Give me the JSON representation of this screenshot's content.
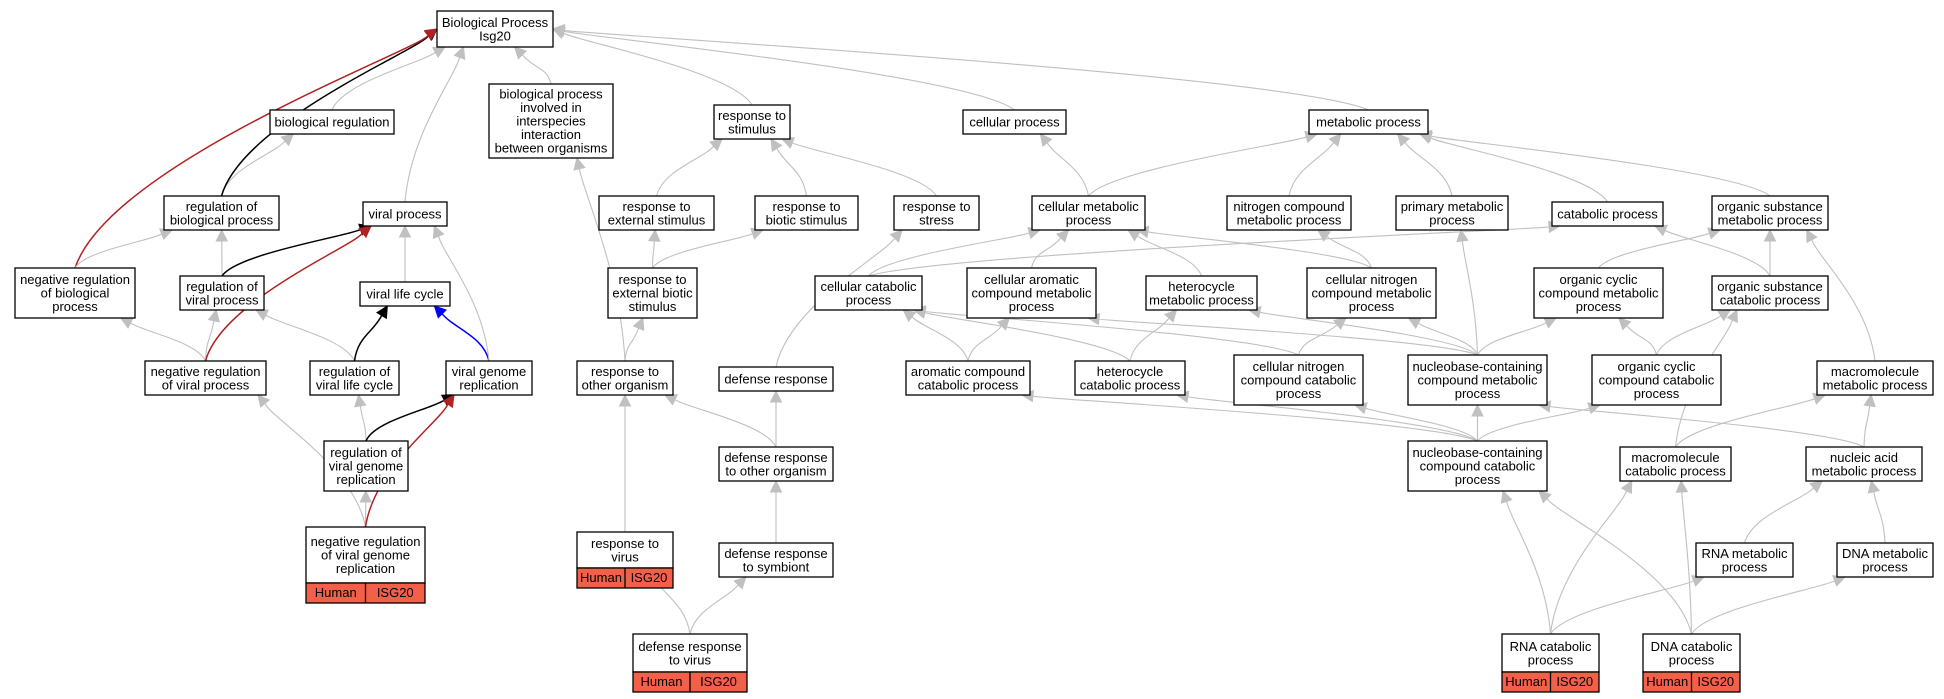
{
  "colors": {
    "edge_default": "#c0c0c0",
    "edge_black": "#000000",
    "edge_red": "#b22222",
    "edge_blue": "#0000ff",
    "annotation_fill": "#f26049",
    "node_border": "#000000",
    "node_fill": "#ffffff"
  },
  "nodes": [
    {
      "id": "bp",
      "lines": [
        "Biological Process",
        "Isg20"
      ]
    },
    {
      "id": "bio_reg",
      "lines": [
        "biological regulation"
      ]
    },
    {
      "id": "bp_interspecies",
      "lines": [
        "biological process",
        "involved in",
        "interspecies",
        "interaction",
        "between organisms"
      ]
    },
    {
      "id": "resp_stim",
      "lines": [
        "response to",
        "stimulus"
      ]
    },
    {
      "id": "cell_proc",
      "lines": [
        "cellular process"
      ]
    },
    {
      "id": "met_proc",
      "lines": [
        "metabolic process"
      ]
    },
    {
      "id": "reg_bio",
      "lines": [
        "regulation of",
        "biological process"
      ]
    },
    {
      "id": "viral_proc",
      "lines": [
        "viral process"
      ]
    },
    {
      "id": "resp_ext",
      "lines": [
        "response to",
        "external stimulus"
      ]
    },
    {
      "id": "resp_biotic",
      "lines": [
        "response to",
        "biotic stimulus"
      ]
    },
    {
      "id": "resp_stress",
      "lines": [
        "response to",
        "stress"
      ]
    },
    {
      "id": "cell_met",
      "lines": [
        "cellular metabolic",
        "process"
      ]
    },
    {
      "id": "nitro_met",
      "lines": [
        "nitrogen compound",
        "metabolic process"
      ]
    },
    {
      "id": "prim_met",
      "lines": [
        "primary metabolic",
        "process"
      ]
    },
    {
      "id": "catab",
      "lines": [
        "catabolic process"
      ]
    },
    {
      "id": "org_sub_met",
      "lines": [
        "organic substance",
        "metabolic process"
      ]
    },
    {
      "id": "neg_reg_bio",
      "lines": [
        "negative regulation",
        "of biological",
        "process"
      ]
    },
    {
      "id": "reg_viral",
      "lines": [
        "regulation of",
        "viral process"
      ]
    },
    {
      "id": "viral_life",
      "lines": [
        "viral life cycle"
      ]
    },
    {
      "id": "resp_ext_biotic",
      "lines": [
        "response to",
        "external biotic",
        "stimulus"
      ]
    },
    {
      "id": "cell_catab",
      "lines": [
        "cellular catabolic",
        "process"
      ]
    },
    {
      "id": "cell_arom",
      "lines": [
        "cellular aromatic",
        "compound metabolic",
        "process"
      ]
    },
    {
      "id": "hetero_met",
      "lines": [
        "heterocycle",
        "metabolic process"
      ]
    },
    {
      "id": "cell_nitro_met",
      "lines": [
        "cellular nitrogen",
        "compound metabolic",
        "process"
      ]
    },
    {
      "id": "org_cyc_met",
      "lines": [
        "organic cyclic",
        "compound metabolic",
        "process"
      ]
    },
    {
      "id": "org_sub_catab",
      "lines": [
        "organic substance",
        "catabolic process"
      ]
    },
    {
      "id": "neg_reg_viral",
      "lines": [
        "negative regulation",
        "of viral process"
      ]
    },
    {
      "id": "reg_viral_life",
      "lines": [
        "regulation of",
        "viral life cycle"
      ]
    },
    {
      "id": "viral_genome_rep",
      "lines": [
        "viral genome",
        "replication"
      ]
    },
    {
      "id": "resp_other",
      "lines": [
        "response to",
        "other organism"
      ]
    },
    {
      "id": "def_resp",
      "lines": [
        "defense response"
      ]
    },
    {
      "id": "arom_catab",
      "lines": [
        "aromatic compound",
        "catabolic process"
      ]
    },
    {
      "id": "hetero_catab",
      "lines": [
        "heterocycle",
        "catabolic process"
      ]
    },
    {
      "id": "cell_nitro_catab",
      "lines": [
        "cellular nitrogen",
        "compound catabolic",
        "process"
      ]
    },
    {
      "id": "nb_met",
      "lines": [
        "nucleobase-containing",
        "compound metabolic",
        "process"
      ]
    },
    {
      "id": "org_cyc_catab",
      "lines": [
        "organic cyclic",
        "compound catabolic",
        "process"
      ]
    },
    {
      "id": "macro_met",
      "lines": [
        "macromolecule",
        "metabolic process"
      ]
    },
    {
      "id": "reg_viral_genome",
      "lines": [
        "regulation of",
        "viral genome",
        "replication"
      ]
    },
    {
      "id": "def_resp_other",
      "lines": [
        "defense response",
        "to other organism"
      ]
    },
    {
      "id": "nb_catab",
      "lines": [
        "nucleobase-containing",
        "compound catabolic",
        "process"
      ]
    },
    {
      "id": "macro_catab",
      "lines": [
        "macromolecule",
        "catabolic process"
      ]
    },
    {
      "id": "na_met",
      "lines": [
        "nucleic acid",
        "metabolic process"
      ]
    },
    {
      "id": "neg_reg_viral_genome",
      "lines": [
        "negative regulation",
        "of viral genome",
        "replication"
      ],
      "annot": [
        "Human",
        "ISG20"
      ]
    },
    {
      "id": "resp_virus",
      "lines": [
        "response to",
        "virus"
      ],
      "annot": [
        "Human",
        "ISG20"
      ]
    },
    {
      "id": "def_resp_symb",
      "lines": [
        "defense response",
        "to symbiont"
      ]
    },
    {
      "id": "rna_met",
      "lines": [
        "RNA metabolic",
        "process"
      ]
    },
    {
      "id": "dna_met",
      "lines": [
        "DNA metabolic",
        "process"
      ]
    },
    {
      "id": "def_resp_virus",
      "lines": [
        "defense response",
        "to virus"
      ],
      "annot": [
        "Human",
        "ISG20"
      ]
    },
    {
      "id": "rna_catab",
      "lines": [
        "RNA catabolic",
        "process"
      ],
      "annot": [
        "Human",
        "ISG20"
      ]
    },
    {
      "id": "dna_catab",
      "lines": [
        "DNA catabolic",
        "process"
      ],
      "annot": [
        "Human",
        "ISG20"
      ]
    }
  ],
  "edges": [
    {
      "from": "bio_reg",
      "to": "bp",
      "color": "default"
    },
    {
      "from": "bp_interspecies",
      "to": "bp",
      "color": "default"
    },
    {
      "from": "resp_stim",
      "to": "bp",
      "color": "default"
    },
    {
      "from": "cell_proc",
      "to": "bp",
      "color": "default"
    },
    {
      "from": "met_proc",
      "to": "bp",
      "color": "default"
    },
    {
      "from": "reg_bio",
      "to": "bio_reg",
      "color": "default"
    },
    {
      "from": "reg_bio",
      "to": "bp",
      "color": "black"
    },
    {
      "from": "neg_reg_bio",
      "to": "bp",
      "color": "red"
    },
    {
      "from": "viral_proc",
      "to": "bp",
      "color": "default"
    },
    {
      "from": "resp_ext",
      "to": "resp_stim",
      "color": "default"
    },
    {
      "from": "resp_biotic",
      "to": "resp_stim",
      "color": "default"
    },
    {
      "from": "resp_stress",
      "to": "resp_stim",
      "color": "default"
    },
    {
      "from": "cell_met",
      "to": "met_proc",
      "color": "default"
    },
    {
      "from": "cell_met",
      "to": "cell_proc",
      "color": "default"
    },
    {
      "from": "nitro_met",
      "to": "met_proc",
      "color": "default"
    },
    {
      "from": "prim_met",
      "to": "met_proc",
      "color": "default"
    },
    {
      "from": "catab",
      "to": "met_proc",
      "color": "default"
    },
    {
      "from": "org_sub_met",
      "to": "met_proc",
      "color": "default"
    },
    {
      "from": "neg_reg_bio",
      "to": "reg_bio",
      "color": "default"
    },
    {
      "from": "reg_viral",
      "to": "reg_bio",
      "color": "default"
    },
    {
      "from": "reg_viral",
      "to": "viral_proc",
      "color": "black"
    },
    {
      "from": "viral_life",
      "to": "viral_proc",
      "color": "default"
    },
    {
      "from": "resp_ext_biotic",
      "to": "resp_ext",
      "color": "default"
    },
    {
      "from": "resp_ext_biotic",
      "to": "resp_biotic",
      "color": "default"
    },
    {
      "from": "cell_catab",
      "to": "cell_met",
      "color": "default"
    },
    {
      "from": "cell_catab",
      "to": "catab",
      "color": "default"
    },
    {
      "from": "cell_arom",
      "to": "cell_met",
      "color": "default"
    },
    {
      "from": "hetero_met",
      "to": "cell_met",
      "color": "default"
    },
    {
      "from": "cell_nitro_met",
      "to": "cell_met",
      "color": "default"
    },
    {
      "from": "cell_nitro_met",
      "to": "nitro_met",
      "color": "default"
    },
    {
      "from": "org_cyc_met",
      "to": "org_sub_met",
      "color": "default"
    },
    {
      "from": "org_sub_catab",
      "to": "org_sub_met",
      "color": "default"
    },
    {
      "from": "org_sub_catab",
      "to": "catab",
      "color": "default"
    },
    {
      "from": "neg_reg_viral",
      "to": "neg_reg_bio",
      "color": "default"
    },
    {
      "from": "neg_reg_viral",
      "to": "reg_viral",
      "color": "default"
    },
    {
      "from": "neg_reg_viral",
      "to": "viral_proc",
      "color": "red"
    },
    {
      "from": "reg_viral_life",
      "to": "reg_viral",
      "color": "default"
    },
    {
      "from": "reg_viral_life",
      "to": "viral_life",
      "color": "black"
    },
    {
      "from": "viral_genome_rep",
      "to": "viral_life",
      "color": "blue"
    },
    {
      "from": "viral_genome_rep",
      "to": "viral_proc",
      "color": "default"
    },
    {
      "from": "resp_other",
      "to": "resp_ext_biotic",
      "color": "default"
    },
    {
      "from": "resp_other",
      "to": "bp_interspecies",
      "color": "default"
    },
    {
      "from": "def_resp",
      "to": "resp_stress",
      "color": "default"
    },
    {
      "from": "arom_catab",
      "to": "cell_catab",
      "color": "default"
    },
    {
      "from": "arom_catab",
      "to": "cell_arom",
      "color": "default"
    },
    {
      "from": "hetero_catab",
      "to": "cell_catab",
      "color": "default"
    },
    {
      "from": "hetero_catab",
      "to": "hetero_met",
      "color": "default"
    },
    {
      "from": "cell_nitro_catab",
      "to": "cell_catab",
      "color": "default"
    },
    {
      "from": "cell_nitro_catab",
      "to": "cell_nitro_met",
      "color": "default"
    },
    {
      "from": "nb_met",
      "to": "cell_nitro_met",
      "color": "default"
    },
    {
      "from": "nb_met",
      "to": "hetero_met",
      "color": "default"
    },
    {
      "from": "nb_met",
      "to": "cell_arom",
      "color": "default"
    },
    {
      "from": "nb_met",
      "to": "org_cyc_met",
      "color": "default"
    },
    {
      "from": "nb_met",
      "to": "prim_met",
      "color": "default"
    },
    {
      "from": "org_cyc_catab",
      "to": "org_cyc_met",
      "color": "default"
    },
    {
      "from": "org_cyc_catab",
      "to": "org_sub_catab",
      "color": "default"
    },
    {
      "from": "macro_met",
      "to": "org_sub_met",
      "color": "default"
    },
    {
      "from": "reg_viral_genome",
      "to": "reg_viral_life",
      "color": "default"
    },
    {
      "from": "reg_viral_genome",
      "to": "viral_genome_rep",
      "color": "black"
    },
    {
      "from": "def_resp_other",
      "to": "resp_other",
      "color": "default"
    },
    {
      "from": "def_resp_other",
      "to": "def_resp",
      "color": "default"
    },
    {
      "from": "nb_catab",
      "to": "nb_met",
      "color": "default"
    },
    {
      "from": "nb_catab",
      "to": "arom_catab",
      "color": "default"
    },
    {
      "from": "nb_catab",
      "to": "hetero_catab",
      "color": "default"
    },
    {
      "from": "nb_catab",
      "to": "cell_nitro_catab",
      "color": "default"
    },
    {
      "from": "nb_catab",
      "to": "org_cyc_catab",
      "color": "default"
    },
    {
      "from": "macro_catab",
      "to": "macro_met",
      "color": "default"
    },
    {
      "from": "macro_catab",
      "to": "org_sub_catab",
      "color": "default"
    },
    {
      "from": "na_met",
      "to": "nb_met",
      "color": "default"
    },
    {
      "from": "na_met",
      "to": "macro_met",
      "color": "default"
    },
    {
      "from": "neg_reg_viral_genome",
      "to": "reg_viral_genome",
      "color": "default"
    },
    {
      "from": "neg_reg_viral_genome",
      "to": "neg_reg_viral",
      "color": "default"
    },
    {
      "from": "neg_reg_viral_genome",
      "to": "viral_genome_rep",
      "color": "red"
    },
    {
      "from": "resp_virus",
      "to": "resp_other",
      "color": "default"
    },
    {
      "from": "def_resp_symb",
      "to": "def_resp_other",
      "color": "default"
    },
    {
      "from": "rna_met",
      "to": "na_met",
      "color": "default"
    },
    {
      "from": "dna_met",
      "to": "na_met",
      "color": "default"
    },
    {
      "from": "def_resp_virus",
      "to": "resp_virus",
      "color": "default"
    },
    {
      "from": "def_resp_virus",
      "to": "def_resp_symb",
      "color": "default"
    },
    {
      "from": "rna_catab",
      "to": "rna_met",
      "color": "default"
    },
    {
      "from": "rna_catab",
      "to": "macro_catab",
      "color": "default"
    },
    {
      "from": "rna_catab",
      "to": "nb_catab",
      "color": "default"
    },
    {
      "from": "dna_catab",
      "to": "dna_met",
      "color": "default"
    },
    {
      "from": "dna_catab",
      "to": "macro_catab",
      "color": "default"
    },
    {
      "from": "dna_catab",
      "to": "nb_catab",
      "color": "default"
    }
  ]
}
